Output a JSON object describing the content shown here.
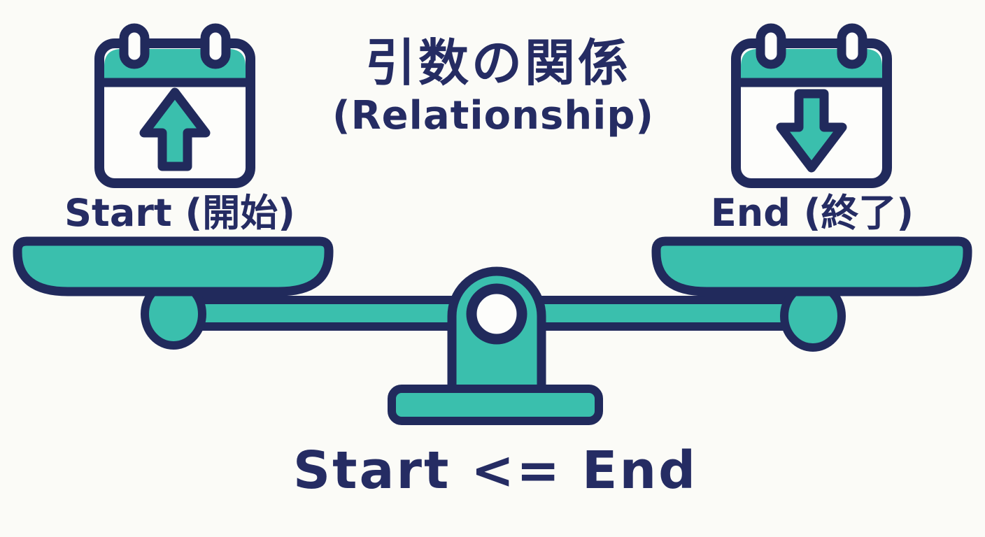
{
  "title": {
    "jp": "引数の関係",
    "en": "(Relationship)"
  },
  "left_side": {
    "label": "Start (開始)",
    "icon": "calendar-up-icon"
  },
  "right_side": {
    "label": "End (終了)",
    "icon": "calendar-down-icon"
  },
  "formula": "Start <= End",
  "graphic": {
    "name": "balance-scale",
    "state": "balanced"
  },
  "colors": {
    "teal": "#3ABFAD",
    "navy": "#212A5C",
    "background": "#FBFBF7",
    "white": "#FDFDFB"
  }
}
